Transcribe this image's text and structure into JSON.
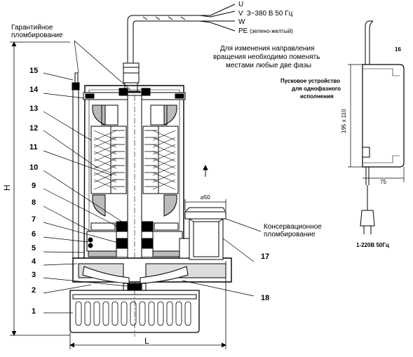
{
  "callouts": {
    "n1": "1",
    "n2": "2",
    "n3": "3",
    "n4": "4",
    "n5": "5",
    "n6": "6",
    "n7": "7",
    "n8": "8",
    "n9": "9",
    "n10": "10",
    "n11": "11",
    "n12": "12",
    "n13": "13",
    "n14": "14",
    "n15": "15",
    "n16": "16",
    "n17": "17",
    "n18": "18"
  },
  "labels": {
    "warranty_seal_1": "Гарантийное",
    "warranty_seal_2": "пломбирование",
    "conservation_seal_1": "Консервационное",
    "conservation_seal_2": "пломбирование",
    "direction_note_1": "Для изменения направления",
    "direction_note_2": "вращения необходимо поменять",
    "direction_note_3": "местами любые две фазы",
    "starter_1": "Пусковое устройство",
    "starter_2": "для однофазного",
    "starter_3": "исполнения",
    "plug_spec": "1-220В 50Гц"
  },
  "wires": {
    "u": "U",
    "v": "V",
    "v_spec": "3~380 В 50 Гц",
    "w": "W",
    "pe": "PE",
    "pe_spec": "(зелено-желтый)"
  },
  "dimensions": {
    "height": "H",
    "length": "L",
    "diameter": "⌀50",
    "box_size": "195 x 110",
    "box_depth": "75"
  }
}
